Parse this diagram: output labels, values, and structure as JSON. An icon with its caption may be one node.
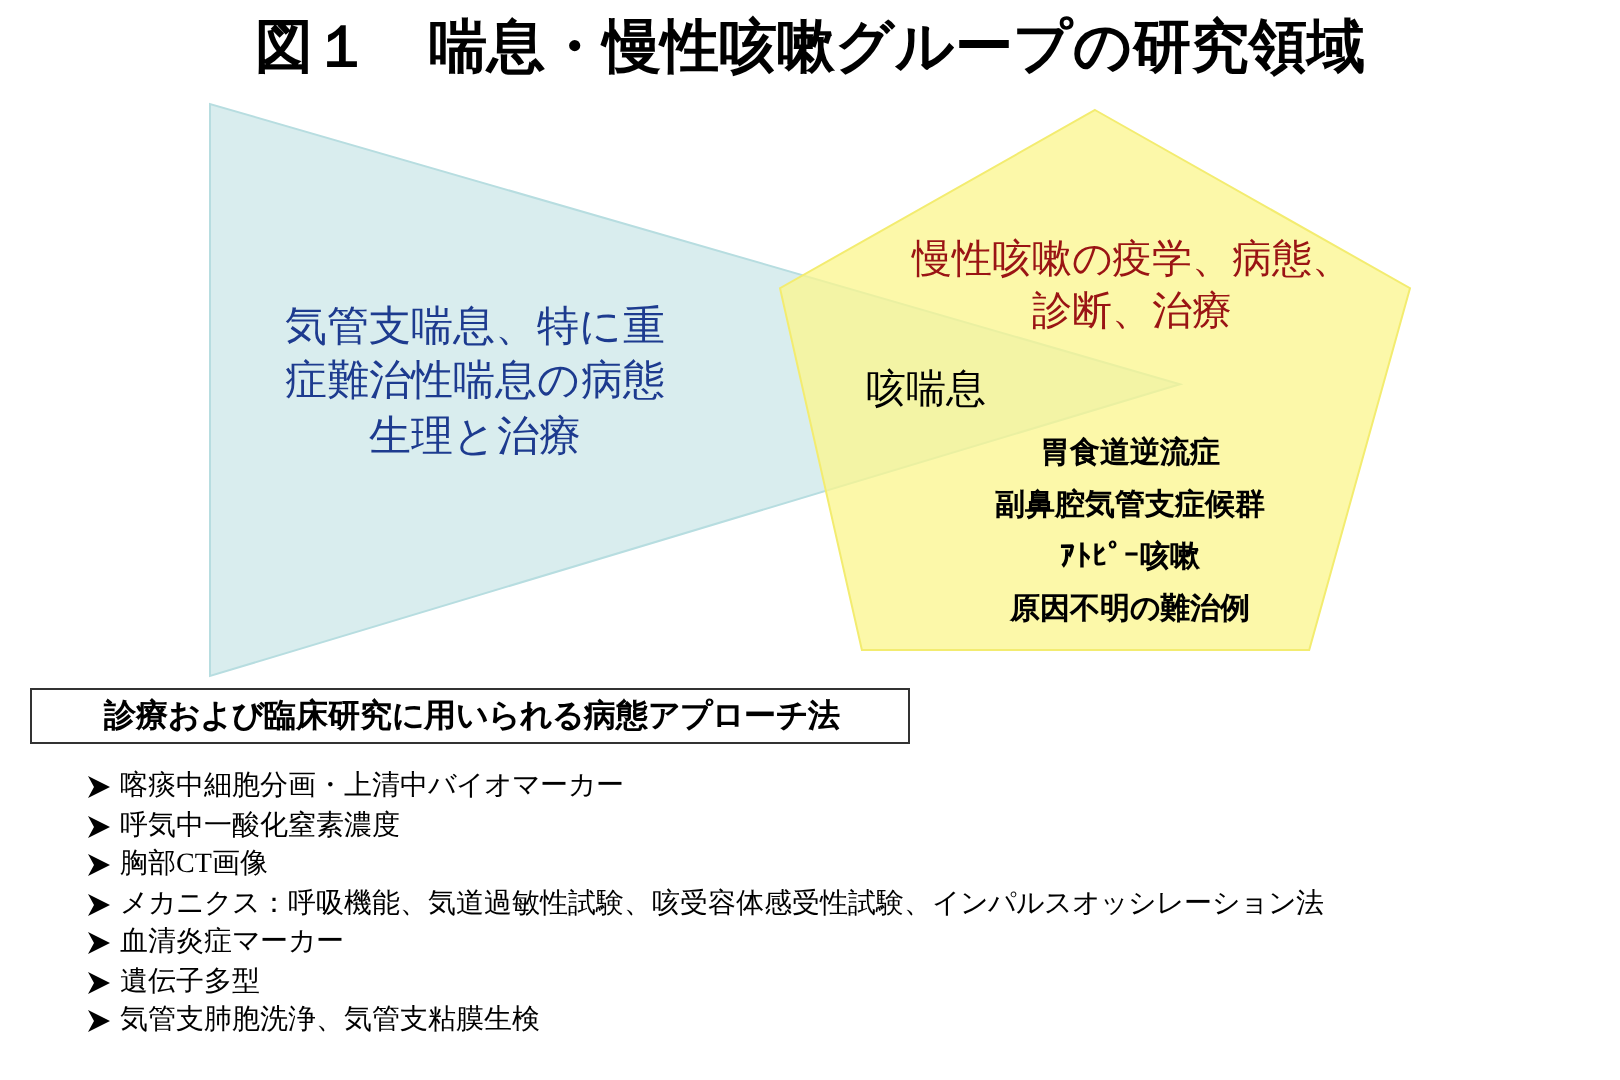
{
  "diagram": {
    "title": "図１　喘息・慢性咳嗽グループの研究領域",
    "nodes": [
      {
        "text": [
          "気管支喘息、特に重症難治性喘息の病態生理と治療"
        ]
      },
      {
        "text": [
          "慢性咳嗽の疫学、病態、診断、治療",
          "咳喘息",
          "胃食道逆流症",
          "副鼻腔気管支症候群",
          "ｱﾄﾋﾟｰ咳嗽",
          "原因不明の難治例"
        ]
      },
      {
        "text": [
          "診療および臨床研究に用いられる病態アプローチ法"
        ]
      }
    ],
    "edges": [],
    "labels": [
      "喀痰中細胞分画・上清中バイオマーカー",
      "呼気中一酸化窒素濃度",
      "胸部CT画像",
      "メカニクス：呼吸機能、気道過敏性試験、咳受容体感受性試験、インパルスオッシレーション法",
      "血清炎症マーカー",
      "遺伝子多型",
      "気管支肺胞洗浄、気管支粘膜生検"
    ]
  }
}
